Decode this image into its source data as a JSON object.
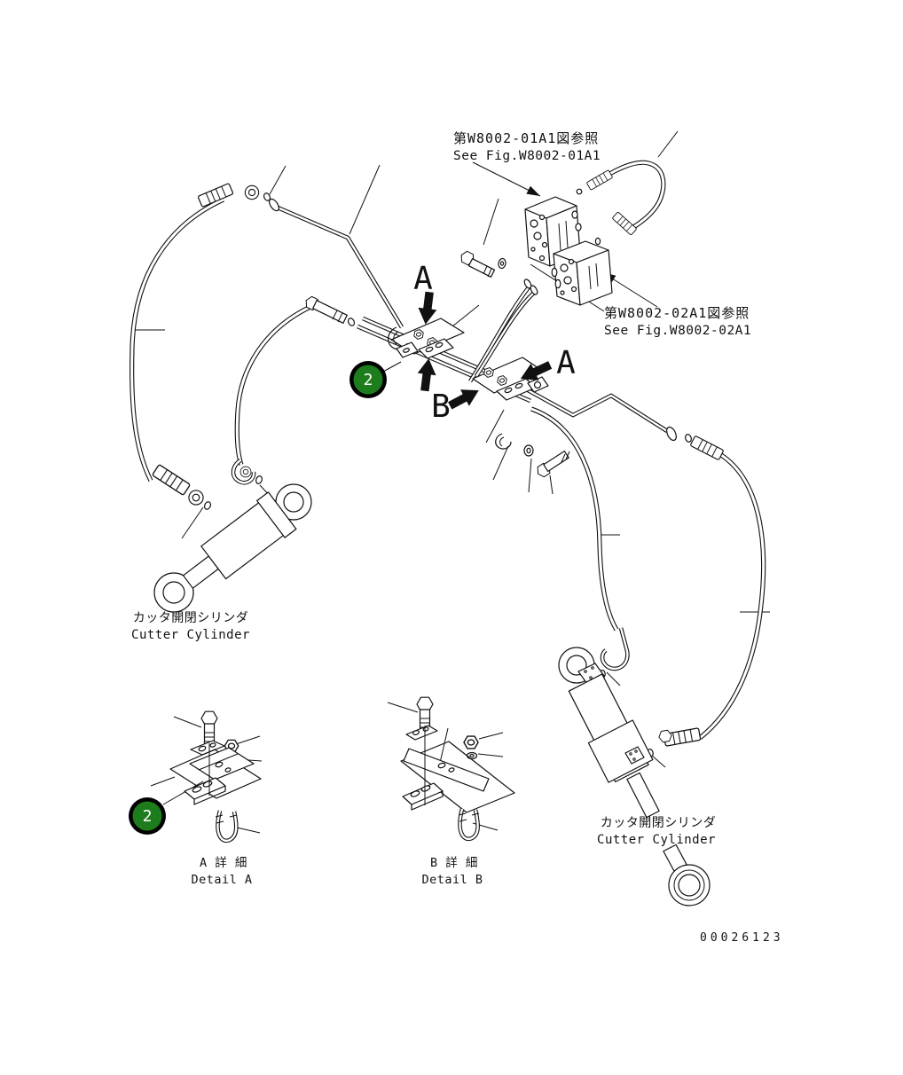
{
  "figure": {
    "doc_number": "00026123",
    "callout_number": "2",
    "colors": {
      "callout_green": "#1d7d1d",
      "line": "#111111",
      "background": "#ffffff"
    }
  },
  "references": {
    "fig1_jp": "第W8002-01A1図参照",
    "fig1_en": "See Fig.W8002-01A1",
    "fig2_jp": "第W8002-02A1図参照",
    "fig2_en": "See Fig.W8002-02A1"
  },
  "labels": {
    "left_cylinder_jp": "カッタ開閉シリンダ",
    "left_cylinder_en": "Cutter Cylinder",
    "right_cylinder_jp": "カッタ開閉シリンダ",
    "right_cylinder_en": "Cutter Cylinder",
    "detail_a_jp": "A 詳 細",
    "detail_a_en": "Detail A",
    "detail_b_jp": "B 詳 細",
    "detail_b_en": "Detail B"
  },
  "view_markers": {
    "a_top": "A",
    "a_right": "A",
    "b": "B"
  }
}
